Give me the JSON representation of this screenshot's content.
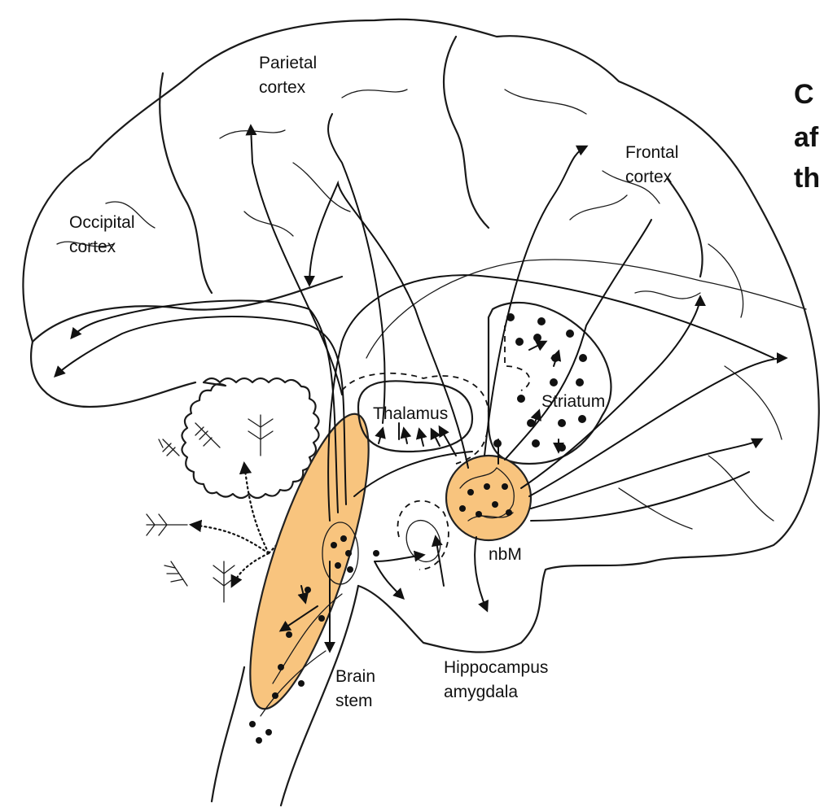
{
  "labels": {
    "parietal_line1": "Parietal",
    "parietal_line2": "cortex",
    "frontal_line1": "Frontal",
    "frontal_line2": "cortex",
    "occipital_line1": "Occipital",
    "occipital_line2": "cortex",
    "thalamus": "Thalamus",
    "striatum": "Striatum",
    "nbm": "nbM",
    "brain_stem_line1": "Brain",
    "brain_stem_line2": "stem",
    "hippocampus_line1": "Hippocampus",
    "hippocampus_line2": "amygdala"
  },
  "heading_fragments": [
    "C",
    "af",
    "th"
  ],
  "colors": {
    "highlight_fill": "#F8C47E",
    "line": "#111111",
    "background": "#FFFFFF"
  }
}
